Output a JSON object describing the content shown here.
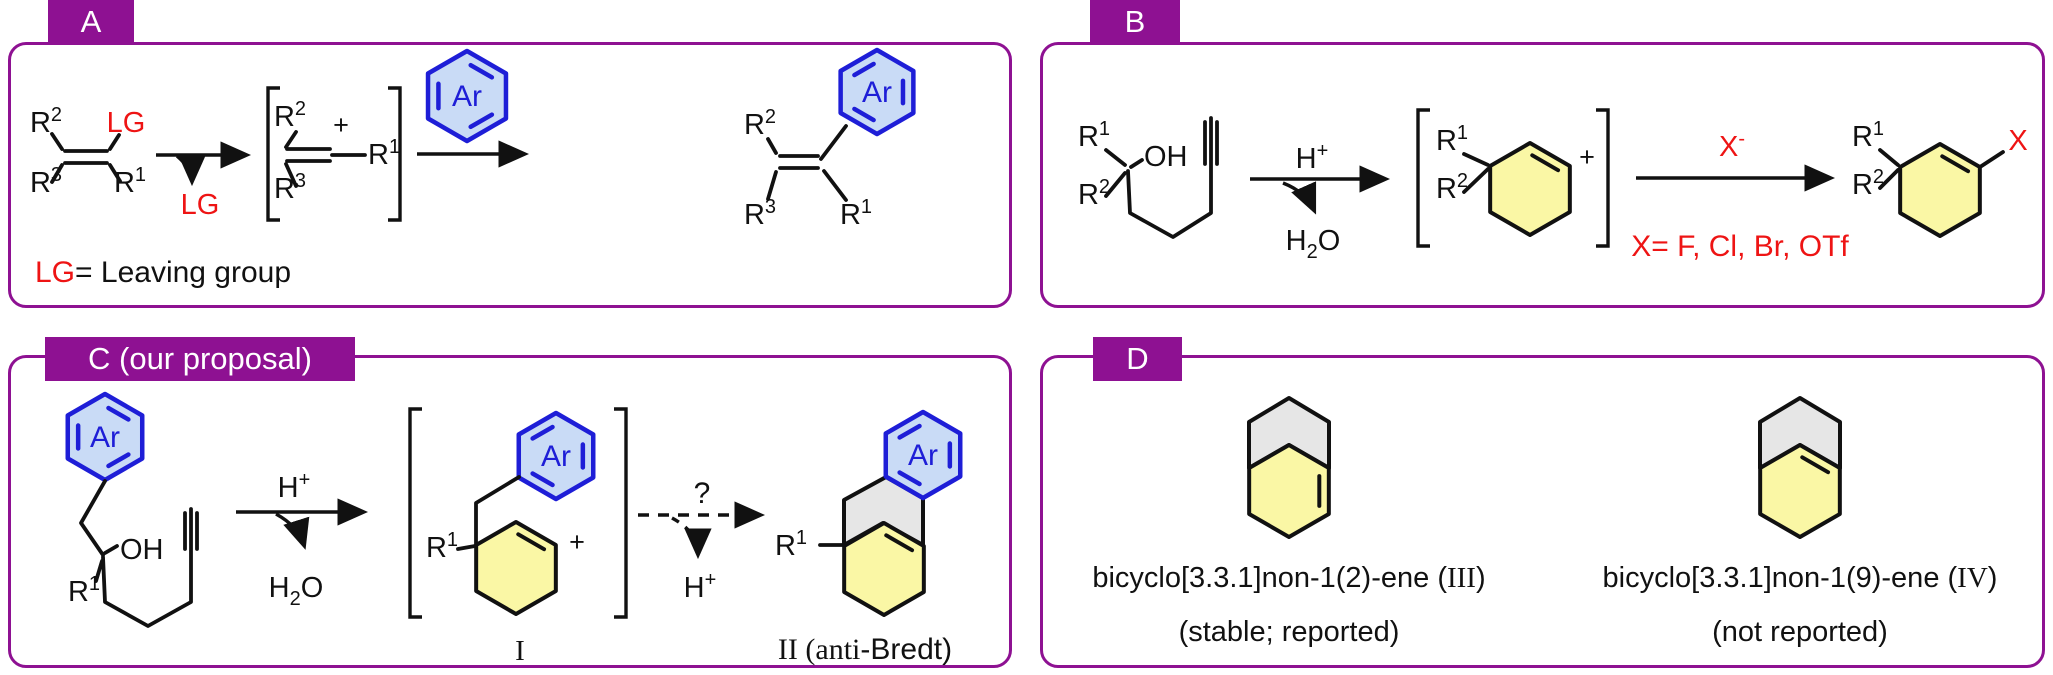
{
  "figure": {
    "kind": "reaction-scheme",
    "panel_count": 4
  },
  "colors": {
    "background": "#ffffff",
    "panel_border": "#8e1192",
    "tab_bg": "#8e1192",
    "tab_text": "#ffffff",
    "ink": "#111111",
    "red": "#ee1414",
    "ar_stroke": "#1e1ed7",
    "ar_fill": "#c9dbf6",
    "ring_fill": "#faf7a5",
    "bridge_fill": "#e6e6e6"
  },
  "tabs": {
    "a": "A",
    "b": "B",
    "c": "C (our proposal)",
    "d": "D"
  },
  "chem": {
    "r": "R",
    "sup1": "1",
    "sup2": "2",
    "sup3": "3",
    "lg": "LG",
    "lg_note": "= Leaving group",
    "ar": "Ar",
    "oh": "OH",
    "plus": "+",
    "h": "H",
    "sup_plus": "+",
    "sub_2": "2",
    "o": "O",
    "x": "X",
    "sup_minus": "-",
    "x_list": "X= F, Cl, Br, OTf",
    "question": "?"
  },
  "panel_c": {
    "intermediate": "I",
    "product_serif": "II (anti",
    "product_sans": "-Bredt)"
  },
  "panel_d": {
    "name1_pre": "bicyclo[3.3.1]non-1(2)-ene (",
    "name1_num": "III",
    "paren": ")",
    "note1": "(stable; reported)",
    "name2_pre": "bicyclo[3.3.1]non-1(9)-ene (",
    "name2_num": "IV",
    "note2": "(not reported)"
  }
}
